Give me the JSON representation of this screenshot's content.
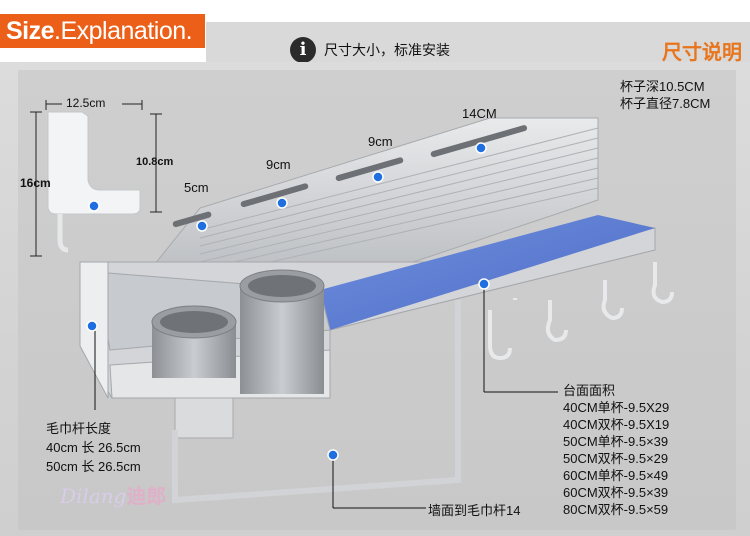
{
  "header": {
    "badge_size": "Size",
    "badge_rest": ".Explanation.",
    "info_icon": "i",
    "title": "尺寸大小，标准安装",
    "right_title": "尺寸说明"
  },
  "cup_info": {
    "depth": "杯子深10.5CM",
    "diameter": "杯子直径7.8CM"
  },
  "dimensions": {
    "width_side": "12.5cm",
    "height_side": "16cm",
    "inner_height": "10.8cm",
    "slot_5": "5cm",
    "slot_9a": "9cm",
    "slot_9b": "9cm",
    "slot_14": "14CM"
  },
  "towel": {
    "title": "毛巾杆长度",
    "line1": "40cm 长 26.5cm",
    "line2": "50cm 长 26.5cm",
    "wall_label": "墙面到毛巾杆14"
  },
  "surface": {
    "title": "台面面积",
    "rows": [
      "40CM单杯-9.5X29",
      "40CM双杯-9.5X19",
      "50CM单杯-9.5×39",
      "50CM双杯-9.5×29",
      "60CM单杯-9.5×49",
      "60CM双杯-9.5×39",
      "80CM双杯-9.5×59"
    ]
  },
  "logo": {
    "latin": "Dilang",
    "cn": "迪郎"
  },
  "colors": {
    "badge": "#ec5f18",
    "accent_text": "#e8741b",
    "marker": "#1f6fe0",
    "shelf_blue": "#5a7bd0",
    "aluminum": "#c9ccd0"
  }
}
